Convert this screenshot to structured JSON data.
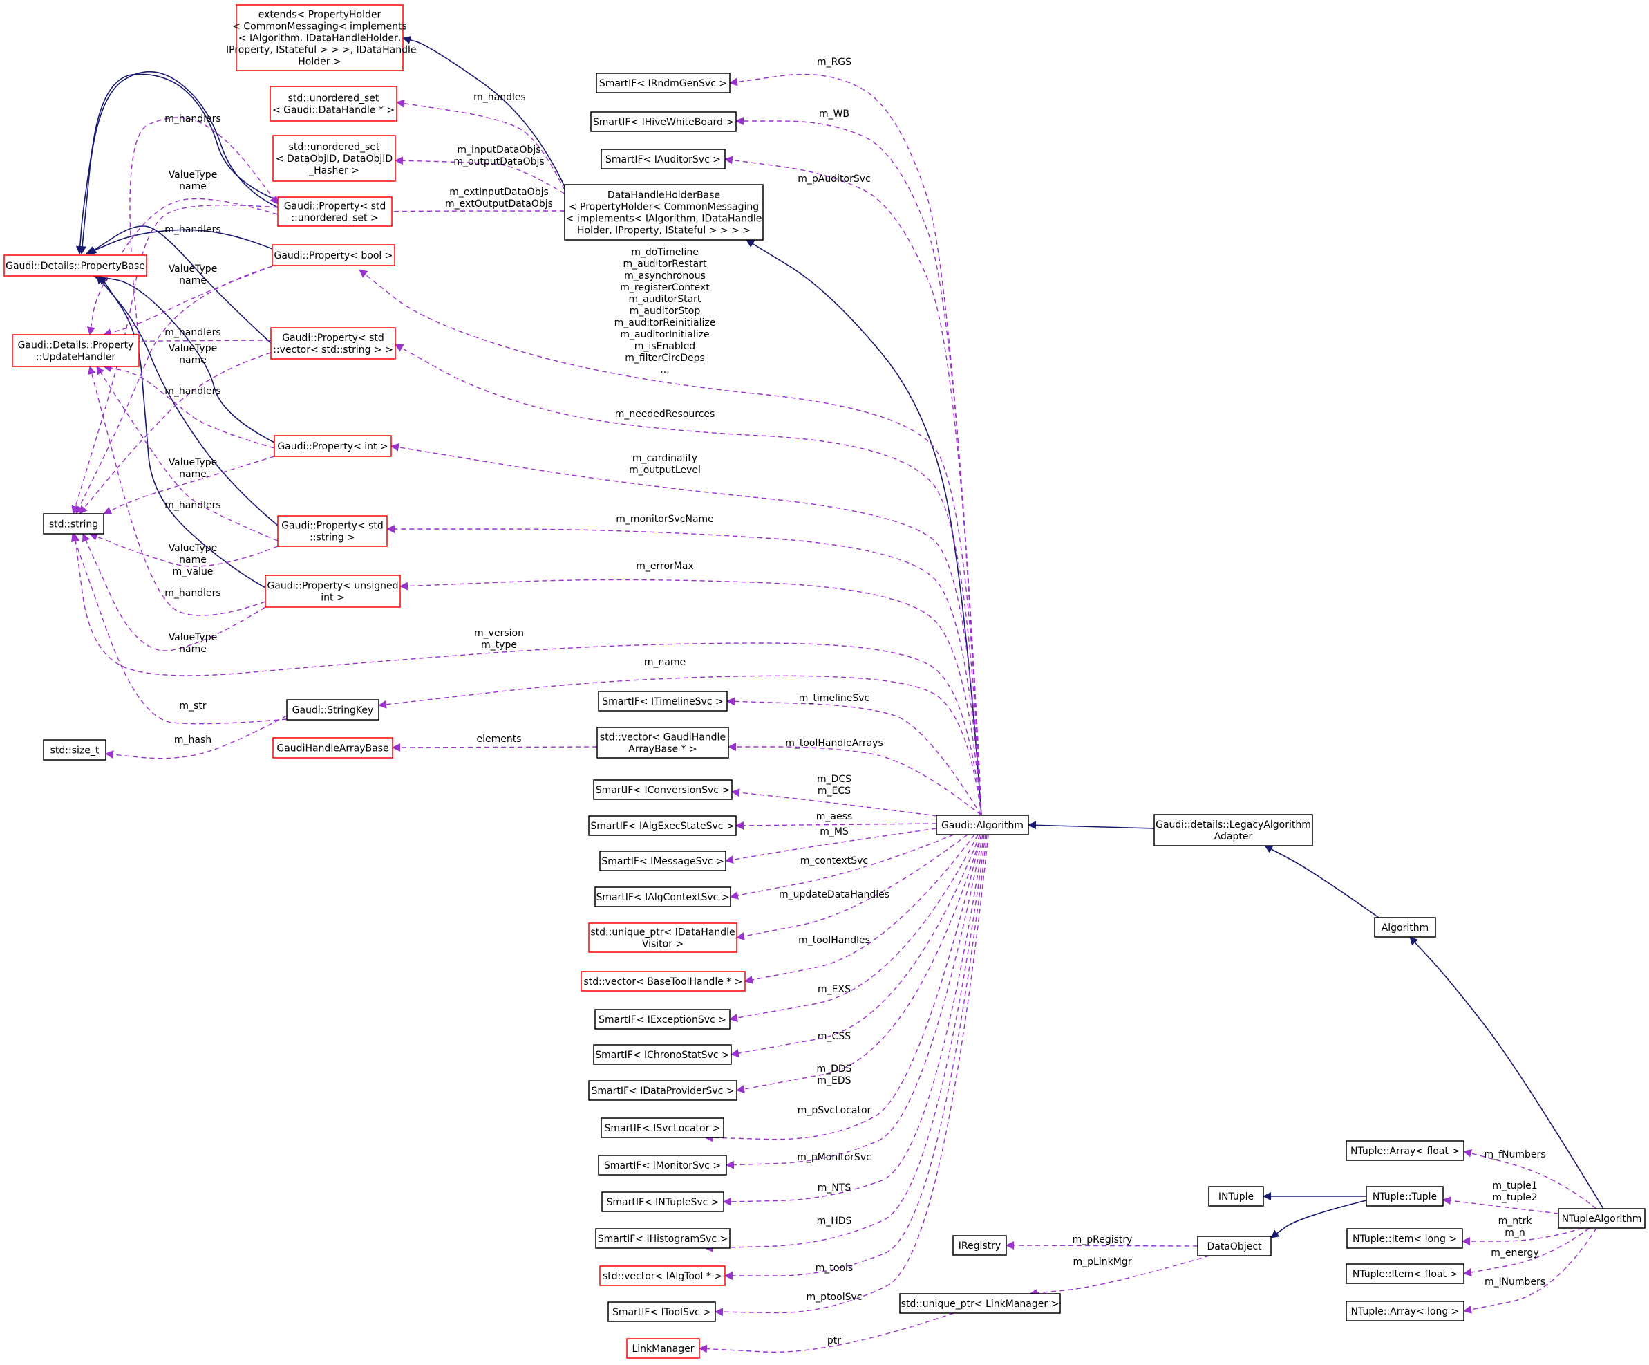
{
  "colors": {
    "inheritance_edge": "#191970",
    "usage_edge": "#9a32cd",
    "node_border_documented": "#000000",
    "node_border_undocumented": "#ff0000",
    "focus_node_fill": "#bfbfbf"
  },
  "nodes": {
    "extends_holder": [
      "extends< PropertyHolder",
      "< CommonMessaging< implements",
      "< IAlgorithm, IDataHandleHolder,",
      " IProperty, IStateful > > >, IDataHandle",
      "Holder >"
    ],
    "unordered_set_handle": [
      "std::unordered_set",
      "< Gaudi::DataHandle * >"
    ],
    "unordered_set_dataobj": [
      "std::unordered_set",
      "< DataObjID, DataObjID",
      "_Hasher >"
    ],
    "prop_unordered_set": [
      "Gaudi::Property< std",
      "::unordered_set >"
    ],
    "property_base": [
      "Gaudi::Details::PropertyBase"
    ],
    "prop_bool": [
      "Gaudi::Property< bool >"
    ],
    "update_handler": [
      "Gaudi::Details::Property",
      "::UpdateHandler"
    ],
    "prop_vector_string": [
      "Gaudi::Property< std",
      "::vector< std::string > >"
    ],
    "prop_int": [
      "Gaudi::Property< int >"
    ],
    "std_string": [
      "std::string"
    ],
    "prop_string": [
      "Gaudi::Property< std",
      "::string >"
    ],
    "prop_unsigned": [
      "Gaudi::Property< unsigned",
      "int >"
    ],
    "string_key": [
      "Gaudi::StringKey"
    ],
    "size_t": [
      "std::size_t"
    ],
    "handle_array_base": [
      "GaudiHandleArrayBase"
    ],
    "data_handle_holder": [
      "DataHandleHolderBase",
      "< PropertyHolder< CommonMessaging",
      "< implements< IAlgorithm, IDataHandle",
      "Holder, IProperty, IStateful > > > >"
    ],
    "si_rndm": [
      "SmartIF< IRndmGenSvc >"
    ],
    "si_whiteboard": [
      "SmartIF< IHiveWhiteBoard >"
    ],
    "si_auditor": [
      "SmartIF< IAuditorSvc >"
    ],
    "si_timeline": [
      "SmartIF< ITimelineSvc >"
    ],
    "vec_handle_array": [
      "std::vector< GaudiHandle",
      "ArrayBase * >"
    ],
    "si_conversion": [
      "SmartIF< IConversionSvc >"
    ],
    "si_algexec": [
      "SmartIF< IAlgExecStateSvc >"
    ],
    "si_message": [
      "SmartIF< IMessageSvc >"
    ],
    "si_algcontext": [
      "SmartIF< IAlgContextSvc >"
    ],
    "uptr_visitor": [
      "std::unique_ptr< IDataHandle",
      "Visitor >"
    ],
    "vec_basetool": [
      "std::vector< BaseToolHandle * >"
    ],
    "si_exception": [
      "SmartIF< IExceptionSvc >"
    ],
    "si_chrono": [
      "SmartIF< IChronoStatSvc >"
    ],
    "si_dataprovider": [
      "SmartIF< IDataProviderSvc >"
    ],
    "si_svclocator": [
      "SmartIF< ISvcLocator >"
    ],
    "si_monitor": [
      "SmartIF< IMonitorSvc >"
    ],
    "si_ntuple": [
      "SmartIF< INTupleSvc >"
    ],
    "si_histogram": [
      "SmartIF< IHistogramSvc >"
    ],
    "vec_algtool": [
      "std::vector< IAlgTool * >"
    ],
    "si_tool": [
      "SmartIF< IToolSvc >"
    ],
    "link_manager": [
      "LinkManager"
    ],
    "gaudi_algorithm": [
      "Gaudi::Algorithm"
    ],
    "legacy_adapter": [
      "Gaudi::details::LegacyAlgorithm",
      "Adapter"
    ],
    "algorithm": [
      "Algorithm"
    ],
    "array_float": [
      "NTuple::Array< float >"
    ],
    "intuple": [
      "INTuple"
    ],
    "ntuple_tuple": [
      "NTuple::Tuple"
    ],
    "ntuple_algorithm": [
      "NTupleAlgorithm"
    ],
    "iregistry": [
      "IRegistry"
    ],
    "data_object": [
      "DataObject"
    ],
    "item_long": [
      "NTuple::Item< long >"
    ],
    "uptr_linkmanager": [
      "std::unique_ptr< LinkManager >"
    ],
    "item_float": [
      "NTuple::Item< float >"
    ],
    "array_long": [
      "NTuple::Array< long >"
    ]
  },
  "edge_labels": {
    "m_handlers_1": [
      "m_handlers"
    ],
    "vt_name_1": [
      "ValueType",
      "name"
    ],
    "m_handlers_2": [
      "m_handlers"
    ],
    "vt_name_2": [
      "ValueType",
      "name"
    ],
    "m_handlers_3": [
      "m_handlers"
    ],
    "vt_name_3": [
      "ValueType",
      "name"
    ],
    "m_handlers_4": [
      "m_handlers"
    ],
    "vt_name_4": [
      "ValueType",
      "name"
    ],
    "m_handlers_5": [
      "m_handlers"
    ],
    "vt_name_value": [
      "ValueType",
      "name",
      "m_value"
    ],
    "m_handlers_6": [
      "m_handlers"
    ],
    "vt_name_6": [
      "ValueType",
      "name"
    ],
    "m_str": [
      "m_str"
    ],
    "m_hash": [
      "m_hash"
    ],
    "elements": [
      "elements"
    ],
    "m_handles": [
      "m_handles"
    ],
    "io_data_objs": [
      "m_inputDataObjs",
      "m_outputDataObjs"
    ],
    "ext_io_data_objs": [
      "m_extInputDataObjs",
      "m_extOutputDataObjs"
    ],
    "bool_props": [
      "m_doTimeline",
      "m_auditorRestart",
      "m_asynchronous",
      "m_registerContext",
      "m_auditorStart",
      "m_auditorStop",
      "m_auditorReinitialize",
      "m_auditorInitialize",
      "m_isEnabled",
      "m_filterCircDeps",
      "..."
    ],
    "m_neededResources": [
      "m_neededResources"
    ],
    "int_props": [
      "m_cardinality",
      "m_outputLevel"
    ],
    "m_monitorSvcName": [
      "m_monitorSvcName"
    ],
    "m_errorMax": [
      "m_errorMax"
    ],
    "version_type": [
      "m_version",
      "m_type"
    ],
    "m_name": [
      "m_name"
    ],
    "m_RGS": [
      "m_RGS"
    ],
    "m_WB": [
      "m_WB"
    ],
    "m_pAuditorSvc": [
      "m_pAuditorSvc"
    ],
    "m_timelineSvc": [
      "m_timelineSvc"
    ],
    "m_toolHandleArrays": [
      "m_toolHandleArrays"
    ],
    "dcs_ecs": [
      "m_DCS",
      "m_ECS"
    ],
    "m_aess": [
      "m_aess"
    ],
    "m_MS": [
      "m_MS"
    ],
    "m_contextSvc": [
      "m_contextSvc"
    ],
    "m_updateDataHandles": [
      "m_updateDataHandles"
    ],
    "m_toolHandles": [
      "m_toolHandles"
    ],
    "m_EXS": [
      "m_EXS"
    ],
    "m_CSS": [
      "m_CSS"
    ],
    "dds_eds": [
      "m_DDS",
      "m_EDS"
    ],
    "m_pSvcLocator": [
      "m_pSvcLocator"
    ],
    "m_pMonitorSvc": [
      "m_pMonitorSvc"
    ],
    "m_NTS": [
      "m_NTS"
    ],
    "m_HDS": [
      "m_HDS"
    ],
    "m_tools": [
      "m_tools"
    ],
    "m_ptoolSvc": [
      "m_ptoolSvc"
    ],
    "ptr": [
      "ptr"
    ],
    "m_fNumbers": [
      "m_fNumbers"
    ],
    "tuples": [
      "m_tuple1",
      "m_tuple2"
    ],
    "ntrk_n": [
      "m_ntrk",
      "m_n"
    ],
    "m_energy": [
      "m_energy"
    ],
    "m_iNumbers": [
      "m_iNumbers"
    ],
    "m_pRegistry": [
      "m_pRegistry"
    ],
    "m_pLinkMgr": [
      "m_pLinkMgr"
    ]
  }
}
